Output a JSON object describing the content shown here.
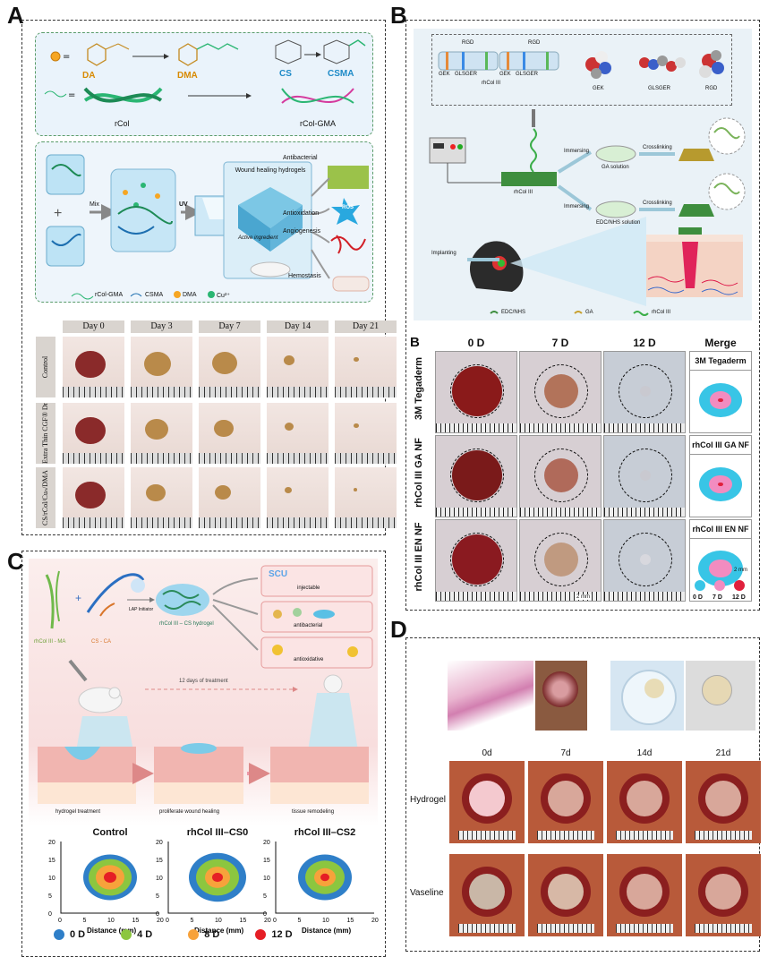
{
  "panels": {
    "A": {
      "letter": "A",
      "chem": {
        "da": "DA",
        "dma": "DMA",
        "cs": "CS",
        "csma": "CSMA",
        "rcol": "rCol",
        "rcol_gma": "rCol-GMA"
      },
      "scheme": {
        "mix": "Mix",
        "uv": "UV",
        "hydrogel_title": "Wound healing hydrogels",
        "active": "Active ingredient",
        "outcomes": [
          "Antibacterial",
          "Antioxidation",
          "Angiogenesis",
          "Hemostasis"
        ],
        "ros": "ROS",
        "legend": {
          "rcol_gma": "rCol-GMA",
          "csma": "CSMA",
          "dma": "DMA",
          "cu": "Cu²⁺"
        }
      },
      "days": [
        "Day 0",
        "Day 3",
        "Day 7",
        "Day 14",
        "Day 21"
      ],
      "rows": [
        "Control",
        "Extra Thin CGF® Dressing",
        "CS/rCol/Cuₙ/DMA"
      ]
    },
    "B": {
      "letter": "B",
      "top": {
        "rgd1": "RGD",
        "rgd2": "RGD",
        "gek1": "GEK",
        "glsger1": "GLSGER",
        "gek2": "GEK",
        "glsger2": "GLSGER",
        "rhcol": "rhCol III",
        "models": [
          "GEK",
          "GLSGER",
          "RGD"
        ],
        "rhcol_label": "rhCol III",
        "immersing1": "Immersing",
        "immersing2": "Immersing",
        "ga_solution": "GA solution",
        "edc_solution": "EDC/NHS solution",
        "crosslinking1": "Crosslinking",
        "crosslinking2": "Crosslinking",
        "implanting": "Implanting",
        "legend": {
          "edc": "EDC/NHS",
          "ga": "GA",
          "rhcol": "rhCol III"
        }
      },
      "sub_letter": "B",
      "cols": [
        "0 D",
        "7 D",
        "12 D",
        "Merge"
      ],
      "rows": [
        "3M Tegaderm",
        "rhCol III GA NF",
        "rhCol III EN NF"
      ],
      "merge_labels": [
        "3M Tegaderm",
        "rhCol III GA NF",
        "rhCol III EN NF"
      ],
      "scale": "2 mm",
      "legend": [
        "0 D",
        "7 D",
        "12 D"
      ],
      "legend_colors": [
        "#38c5e6",
        "#f28cc0",
        "#e0203c"
      ]
    },
    "C": {
      "letter": "C",
      "labels": {
        "rhcol_ma": "rhCol III - MA",
        "cs_ca": "CS - CA",
        "lap": "LAP Initiator",
        "hydrogel": "rhCol III – CS hydrogel",
        "injectable": "injectable",
        "antibacterial": "antibacterial",
        "antioxidative": "antioxidative",
        "treatment_days": "12 days of treatment",
        "stage1": "hydrogel treatment",
        "stage2": "proliferate wound healing",
        "stage3": "tissue remodeling",
        "scu": "SCU"
      },
      "charts_titles": [
        "Control",
        "rhCol III–CS0",
        "rhCol III–CS2"
      ],
      "xlabel": "Distance (mm)",
      "x_ticks": [
        "0",
        "5",
        "10",
        "15",
        "20"
      ],
      "y_ticks": [
        "0",
        "5",
        "10",
        "15",
        "20"
      ],
      "legend": [
        "0 D",
        "4 D",
        "8 D",
        "12 D"
      ],
      "legend_colors": [
        "#2f7fc8",
        "#8cc63f",
        "#f7a23b",
        "#e51e25"
      ]
    },
    "D": {
      "letter": "D",
      "cols": [
        "0d",
        "7d",
        "14d",
        "21d"
      ],
      "rows": [
        "Hydrogel",
        "Vaseline"
      ]
    }
  }
}
